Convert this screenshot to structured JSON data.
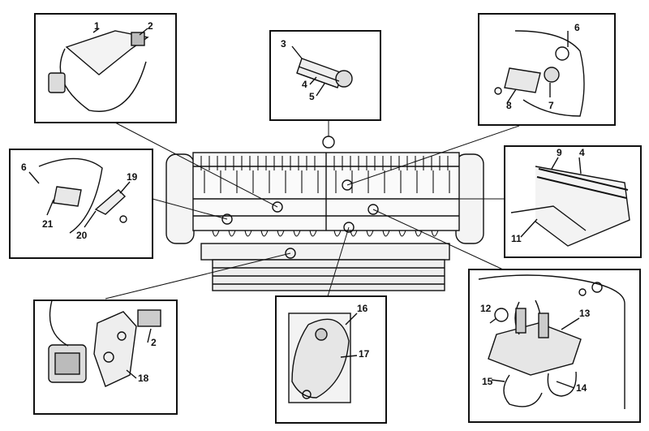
{
  "diagram": {
    "callouts": {
      "top_left": {
        "a": "1",
        "b": "2"
      },
      "top_center": {
        "a": "3",
        "b": "4",
        "c": "5"
      },
      "top_right": {
        "a": "6",
        "b": "7",
        "c": "8"
      },
      "mid_left": {
        "a": "6",
        "b": "19",
        "c": "21",
        "d": "20"
      },
      "mid_right": {
        "a": "9",
        "b": "4",
        "c": "11"
      },
      "bottom_left": {
        "a": "2",
        "b": "18"
      },
      "bottom_center": {
        "a": "16",
        "b": "17"
      },
      "bottom_right": {
        "a": "12",
        "b": "13",
        "c": "15",
        "d": "14"
      }
    }
  }
}
